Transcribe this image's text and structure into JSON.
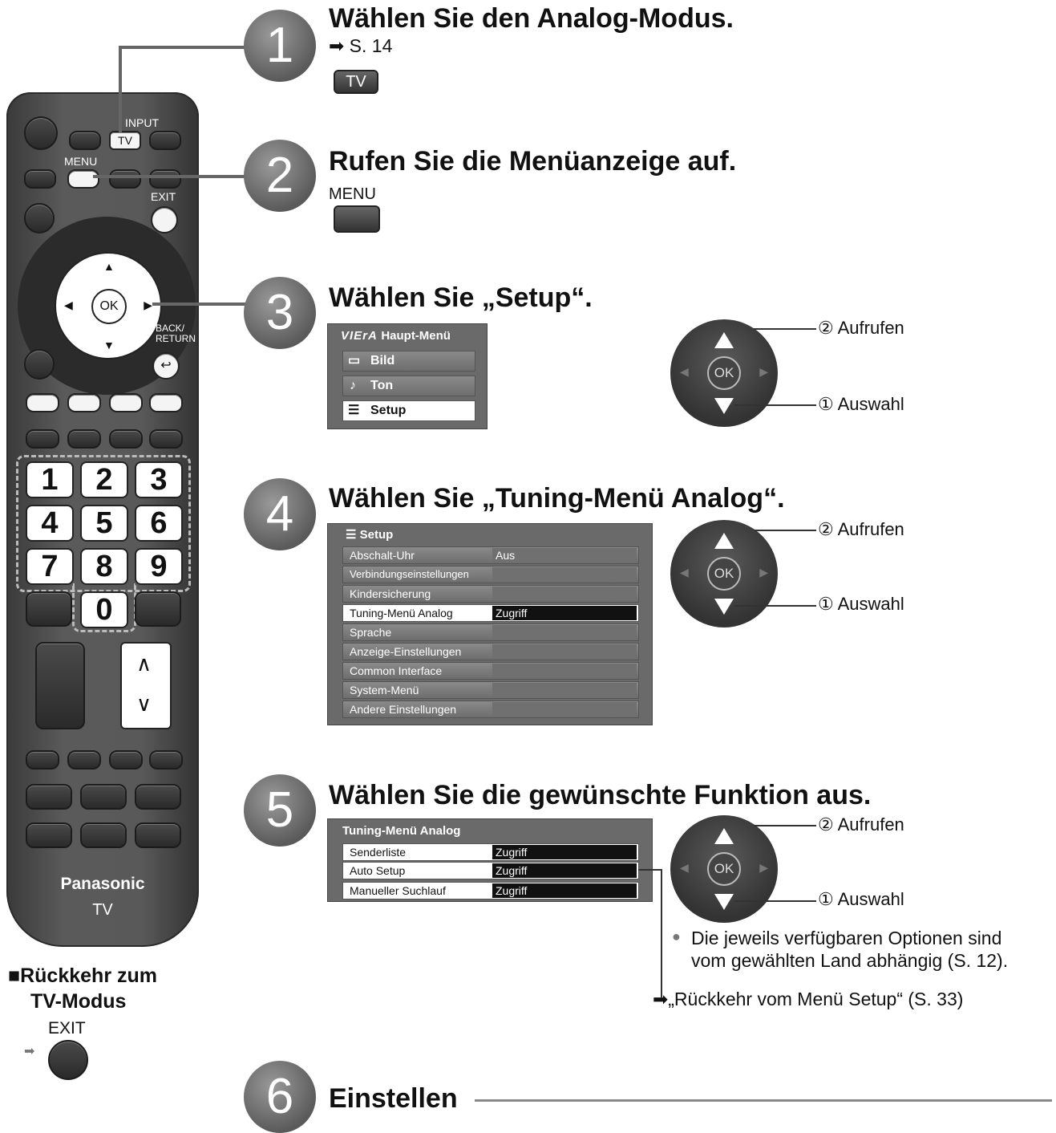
{
  "remote": {
    "labels": {
      "input": "INPUT",
      "tv": "TV",
      "menu": "MENU",
      "exit": "EXIT",
      "back_return_1": "BACK/",
      "back_return_2": "RETURN",
      "ok": "OK"
    },
    "keys": [
      "1",
      "2",
      "3",
      "4",
      "5",
      "6",
      "7",
      "8",
      "9",
      "0"
    ],
    "ch_up": "∧",
    "ch_down": "∨",
    "brand": "Panasonic",
    "model": "TV"
  },
  "return_tv": {
    "marker": "■",
    "line1": "Rückkehr zum",
    "line2": "TV-Modus",
    "exit_label": "EXIT",
    "arrow": "➡"
  },
  "steps": [
    {
      "num": "1",
      "title": "Wählen Sie den Analog-Modus.",
      "ref": "➡ S. 14",
      "button": "TV"
    },
    {
      "num": "2",
      "title": "Rufen Sie die Menüanzeige auf.",
      "button_label": "MENU"
    },
    {
      "num": "3",
      "title": "Wählen Sie „Setup“."
    },
    {
      "num": "4",
      "title": "Wählen Sie „Tuning-Menü Analog“."
    },
    {
      "num": "5",
      "title": "Wählen Sie die gewünschte Funktion aus."
    },
    {
      "num": "6",
      "title": "Einstellen"
    }
  ],
  "main_menu": {
    "brand": "VIErA",
    "title": "Haupt-Menü",
    "items": [
      {
        "icon": "▭",
        "label": "Bild"
      },
      {
        "icon": "♪",
        "label": "Ton"
      },
      {
        "icon": "☰",
        "label": "Setup"
      }
    ]
  },
  "setup_menu": {
    "title": "☰ Setup",
    "rows": [
      {
        "label": "Abschalt-Uhr",
        "value": "Aus"
      },
      {
        "label": "Verbindungseinstellungen",
        "value": ""
      },
      {
        "label": "Kindersicherung",
        "value": ""
      },
      {
        "label": "Tuning-Menü Analog",
        "value": "Zugriff"
      },
      {
        "label": "Sprache",
        "value": ""
      },
      {
        "label": "Anzeige-Einstellungen",
        "value": ""
      },
      {
        "label": "Common Interface",
        "value": ""
      },
      {
        "label": "System-Menü",
        "value": ""
      },
      {
        "label": "Andere Einstellungen",
        "value": ""
      }
    ]
  },
  "tuning_menu": {
    "title": "Tuning-Menü Analog",
    "rows": [
      {
        "label": "Senderliste",
        "value": "Zugriff"
      },
      {
        "label": "Auto Setup",
        "value": "Zugriff"
      },
      {
        "label": "Manueller Suchlauf",
        "value": "Zugriff"
      }
    ]
  },
  "okpad": {
    "ok": "OK",
    "aufrufen": "② Aufrufen",
    "auswahl": "① Auswahl"
  },
  "note": {
    "bullet": "●",
    "line1": "Die jeweils verfügbaren Optionen sind",
    "line2": "vom gewählten Land abhängig (S. 12)."
  },
  "return_setup": "➡„Rückkehr vom Menü Setup“ (S. 33)"
}
